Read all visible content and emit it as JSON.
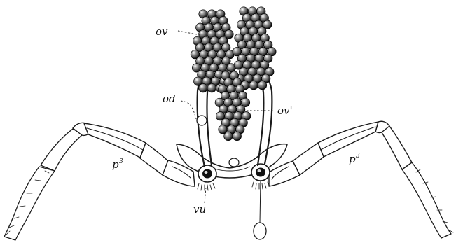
{
  "labels": {
    "ovary": "ov",
    "oviduct": "od",
    "ovary_prime": "ov'",
    "leg": "p",
    "leg_superscript": "3",
    "vulva": "vu"
  }
}
